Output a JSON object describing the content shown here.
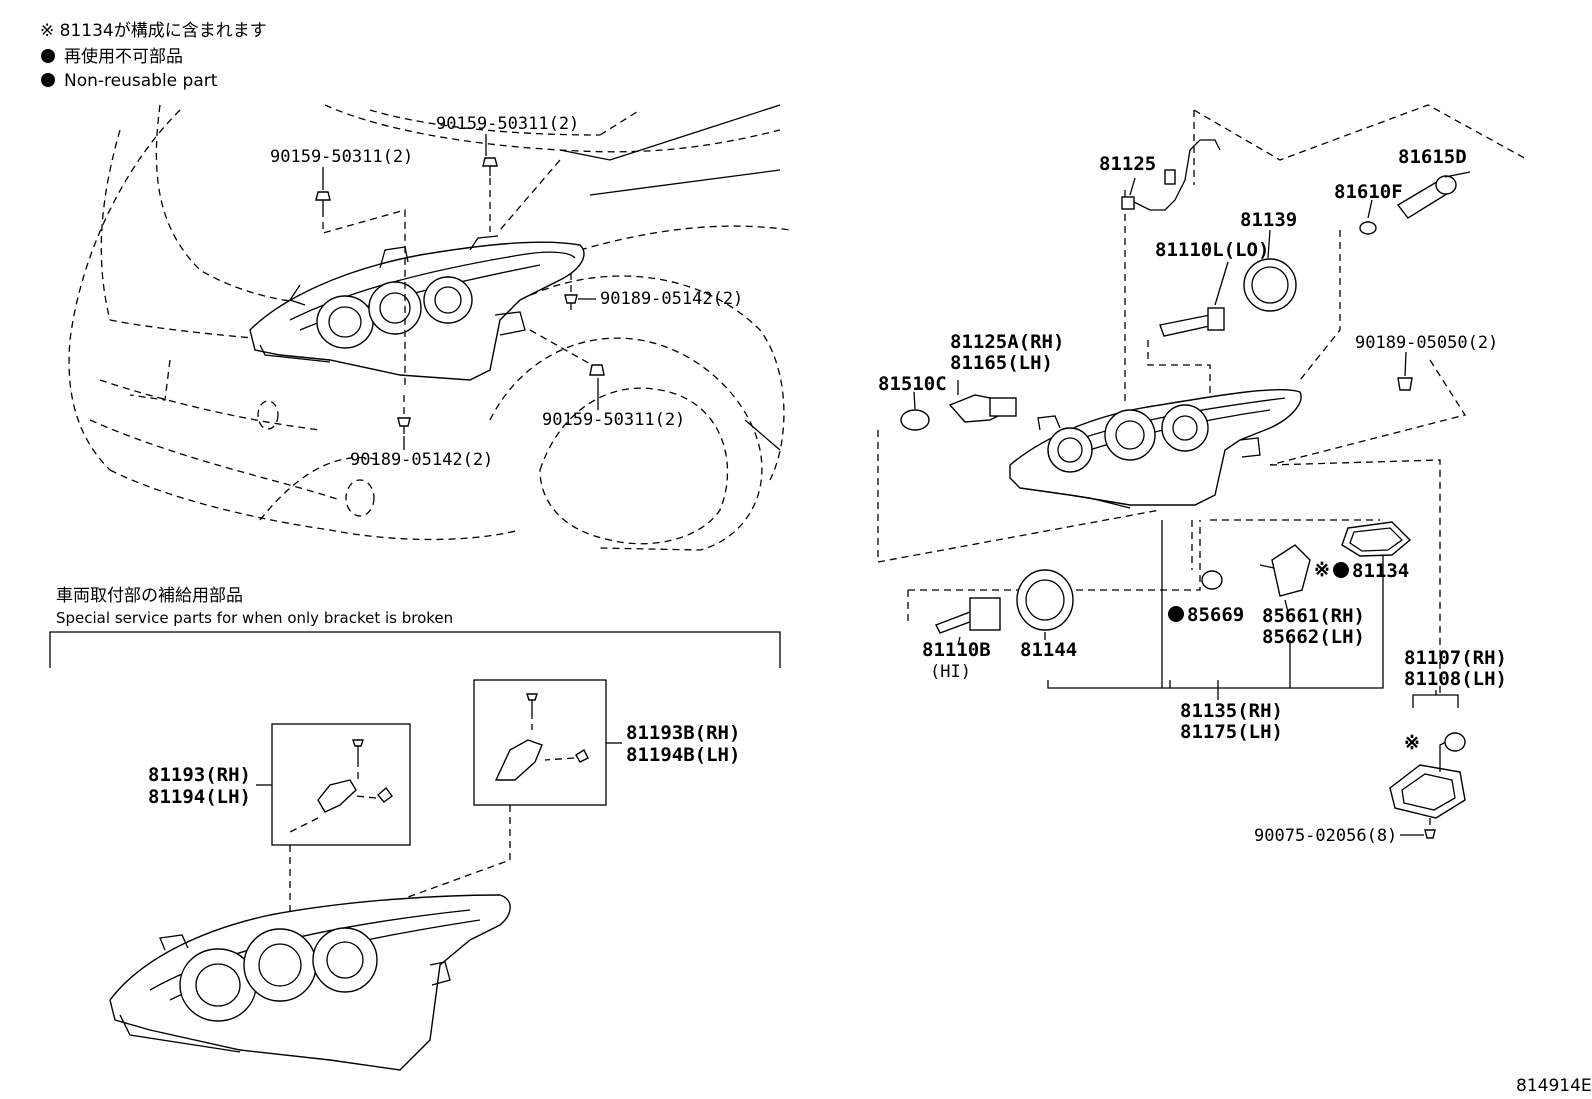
{
  "notes": {
    "line1": "※ 81134が構成に含まれます",
    "line2": "再使用不可部品",
    "line3": "Non-reusable part"
  },
  "section": {
    "title_jp": "車両取付部の補給用部品",
    "title_en": "Special service parts for when only bracket is broken"
  },
  "left_labels": {
    "a": "90159-50311(2)",
    "b": "90159-50311(2)",
    "c": "90189-05142(2)",
    "d": "90159-50311(2)",
    "e": "90189-05142(2)"
  },
  "bracket_labels": {
    "rh1": "81193(RH)",
    "lh1": "81194(LH)",
    "rh2": "81193B(RH)",
    "lh2": "81194B(LH)"
  },
  "right_labels": {
    "p81125": "81125",
    "p81615d": "81615D",
    "p81610f": "81610F",
    "p81139": "81139",
    "p81110l": "81110L(LO)",
    "p81125a": "81125A(RH)",
    "p81165": "81165(LH)",
    "p81510c": "81510C",
    "p90189b": "90189-05050(2)",
    "p85669": "85669",
    "p81134": "81134",
    "p85661": "85661(RH)",
    "p85662": "85662(LH)",
    "p81110b": "81110B",
    "p81110b_hi": "(HI)",
    "p81144": "81144",
    "p81135": "81135(RH)",
    "p81175": "81175(LH)",
    "p81107": "81107(RH)",
    "p81108": "81108(LH)",
    "p90075": "90075-02056(8)",
    "asterisk": "※",
    "asterisk2": "※"
  },
  "figure_id": "814914E"
}
